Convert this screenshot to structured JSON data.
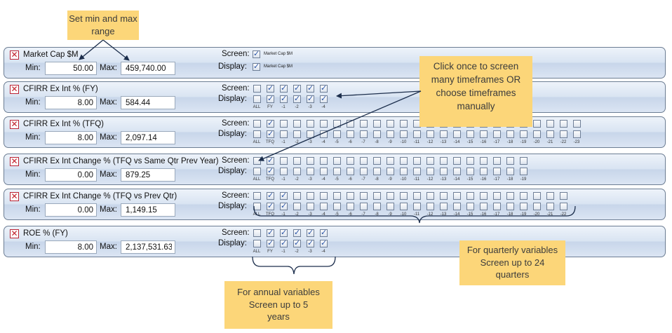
{
  "labels": {
    "screen": "Screen:",
    "display": "Display:",
    "min": "Min:",
    "max": "Max:"
  },
  "rows": [
    {
      "name": "Market Cap $M",
      "min": "50.00",
      "max": "459,740.00",
      "mode": "single",
      "tag": "Market Cap $M"
    },
    {
      "name": "CFIRR Ex Int % (FY)",
      "min": "8.00",
      "max": "584.44",
      "mode": "annual",
      "timeframes": [
        "ALL",
        "FY",
        "-1",
        "-2",
        "-3",
        "-4"
      ]
    },
    {
      "name": "CFIRR Ex Int % (TFQ)",
      "min": "8.00",
      "max": "2,097.14",
      "mode": "quarterly",
      "timeframes": [
        "ALL",
        "TFQ",
        "-1",
        "-2",
        "-3",
        "-4",
        "-5",
        "-6",
        "-7",
        "-8",
        "-9",
        "-10",
        "-11",
        "-12",
        "-13",
        "-14",
        "-15",
        "-16",
        "-17",
        "-18",
        "-19",
        "-20",
        "-21",
        "-22",
        "-23"
      ]
    },
    {
      "name": "CFIRR Ex Int Change % (TFQ vs Same Qtr Prev Year)",
      "min": "0.00",
      "max": "879.25",
      "mode": "quarterly",
      "timeframes": [
        "ALL",
        "TFQ",
        "-1",
        "-2",
        "-3",
        "-4",
        "-5",
        "-6",
        "-7",
        "-8",
        "-9",
        "-10",
        "-11",
        "-12",
        "-13",
        "-14",
        "-15",
        "-16",
        "-17",
        "-18",
        "-19"
      ]
    },
    {
      "name": "CFIRR Ex Int Change % (TFQ vs Prev Qtr)",
      "min": "0.00",
      "max": "1,149.15",
      "mode": "quarterly",
      "timeframes": [
        "ALL",
        "TFQ",
        "-1",
        "-2",
        "-3",
        "-4",
        "-5",
        "-6",
        "-7",
        "-8",
        "-9",
        "-10",
        "-11",
        "-12",
        "-13",
        "-14",
        "-15",
        "-16",
        "-17",
        "-18",
        "-19",
        "-20",
        "-21",
        "-22"
      ]
    },
    {
      "name": "ROE % (FY)",
      "min": "8.00",
      "max": "2,137,531.63",
      "mode": "annual",
      "timeframes": [
        "ALL",
        "FY",
        "-1",
        "-2",
        "-3",
        "-4"
      ]
    }
  ],
  "notes": {
    "minmax": "Set min and max range",
    "click": "Click once to screen many timeframes OR choose timeframes manually",
    "quarterly": "For quarterly variables Screen up to 24 quarters",
    "annual": "For annual variables Screen up to 5 years"
  },
  "colors": {
    "note_bg": "#fcd679",
    "panel_border": "#6c7d93",
    "remove": "#c0202a"
  }
}
